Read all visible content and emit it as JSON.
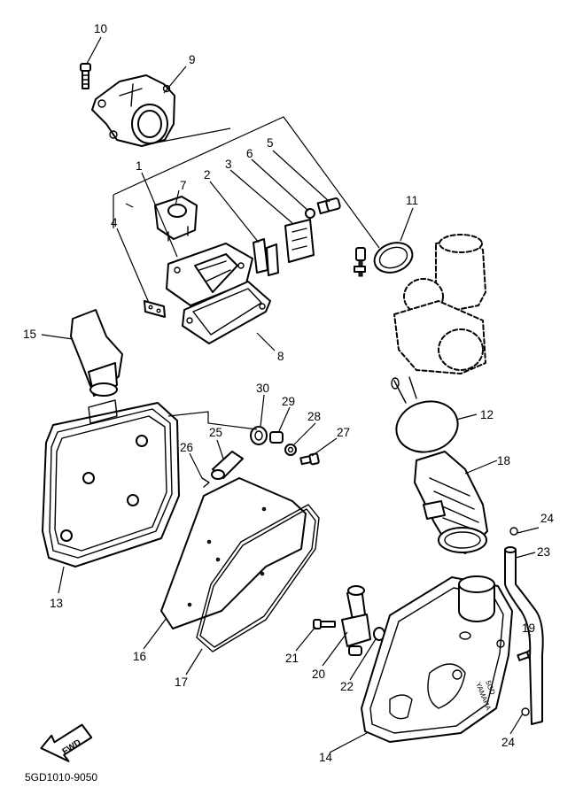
{
  "diagram": {
    "code": "5GD1010-9050",
    "fwd_label": "FWD",
    "case_logo": [
      "5GD",
      "YAMAHA"
    ],
    "callouts": [
      "10",
      "9",
      "1",
      "4",
      "7",
      "2",
      "3",
      "6",
      "5",
      "11",
      "15",
      "8",
      "30",
      "29",
      "28",
      "27",
      "25",
      "26",
      "12",
      "18",
      "13",
      "16",
      "17",
      "21",
      "20",
      "22",
      "19",
      "23",
      "24",
      "24",
      "14"
    ]
  }
}
